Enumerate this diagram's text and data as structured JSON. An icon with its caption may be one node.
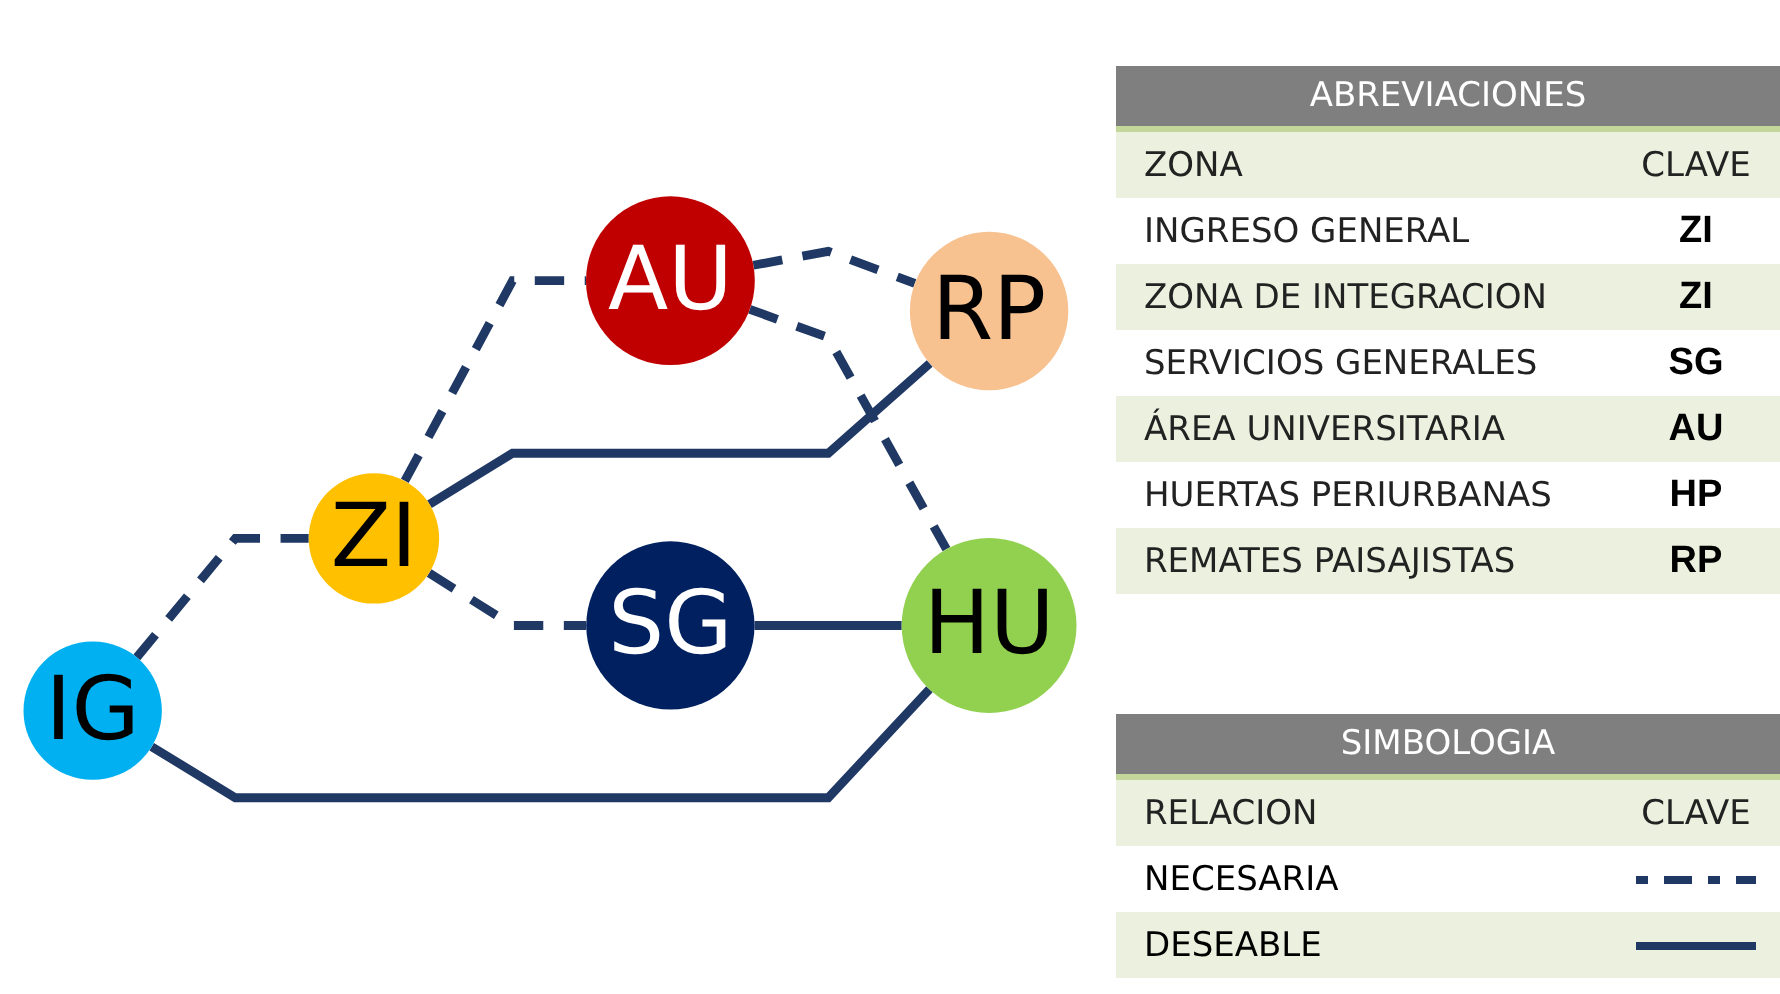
{
  "diagram": {
    "nodes": [
      {
        "text": [
          "AU"
        ]
      },
      {
        "text": [
          "ZI"
        ]
      },
      {
        "text": [
          "RP"
        ]
      },
      {
        "text": [
          "IG"
        ]
      },
      {
        "text": [
          "HU"
        ]
      },
      {
        "text": [
          "SG"
        ]
      }
    ],
    "edges": [
      {
        "from": 1,
        "to": 0,
        "arrow": "none",
        "style": "dashed"
      },
      {
        "from": 0,
        "to": 2,
        "arrow": "none",
        "style": "dashed"
      },
      {
        "from": 0,
        "to": 4,
        "arrow": "none",
        "style": "dashed"
      },
      {
        "from": 1,
        "to": 2,
        "arrow": "none"
      },
      {
        "from": 3,
        "to": 1,
        "arrow": "none",
        "style": "dashed"
      },
      {
        "from": 3,
        "to": 4,
        "arrow": "none"
      },
      {
        "from": 1,
        "to": 5,
        "arrow": "none",
        "style": "dashed"
      },
      {
        "from": 5,
        "to": 4,
        "arrow": "none"
      }
    ],
    "labels": [
      "ABREVIACIONES",
      "ZONA",
      "CLAVE",
      "INGRESO GENERAL",
      "ZI",
      "ZONA DE INTEGRACION",
      "ZI",
      "SERVICIOS GENERALES",
      "SG",
      "ÁREA UNIVERSITARIA",
      "AU",
      "HUERTAS PERIURBANAS",
      "HP",
      "REMATES PAISAJISTAS",
      "RP",
      "SIMBOLOGIA",
      "RELACION",
      "CLAVE"
    ],
    "legend": [
      {
        "text": "NECESARIA"
      },
      {
        "text": "DESEABLE"
      }
    ]
  }
}
